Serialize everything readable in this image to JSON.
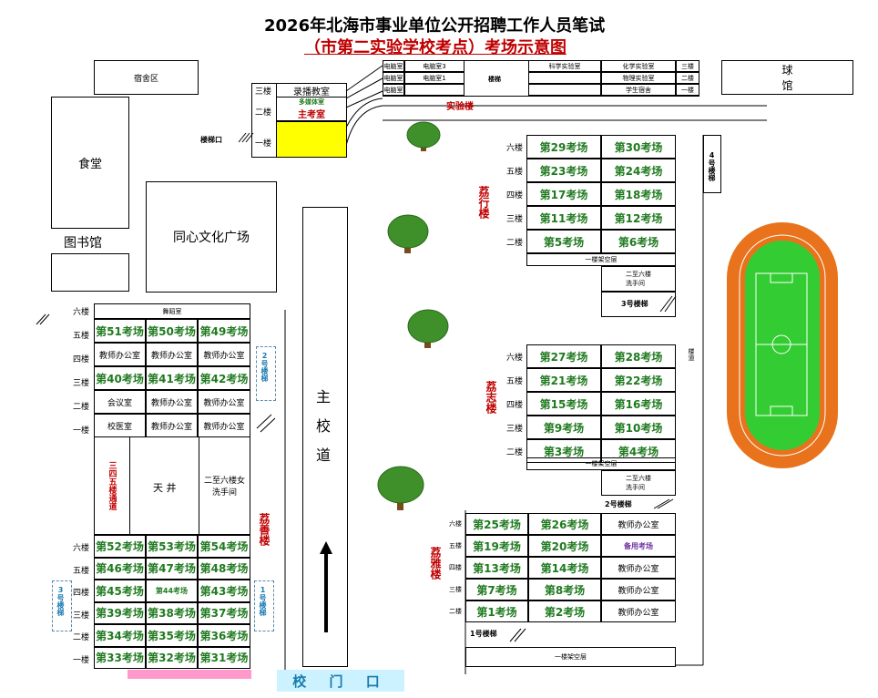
{
  "title": {
    "line1": "2026年北海市事业单位公开招聘工作人员笔试",
    "line2": "（市第二实验学校考点）考场示意图"
  },
  "places": {
    "dorm": "宿舍区",
    "canteen": "食堂",
    "library": "图书馆",
    "plaza": "同心文化广场",
    "gym": "球馆",
    "main_road": "主校道",
    "gate": "校 门 口",
    "lab_building": "实验楼",
    "stair_mouth": "楼梯口",
    "road": "楼道"
  },
  "buildings": {
    "lixing": "荔行楼",
    "lizhi": "荔志楼",
    "lishan": "荔善楼",
    "liya": "荔雅楼"
  },
  "stairs": {
    "s1": "1号楼梯",
    "s2": "2号楼梯",
    "s3": "3号楼梯",
    "s4": "4号楼梯",
    "left_s1": "1号楼梯",
    "left_s2": "2号楼梯",
    "left_s3": "3号楼梯"
  },
  "exam_center": {
    "floors": [
      "三楼",
      "二楼",
      "一楼"
    ],
    "f3": "录播教室",
    "f2a": "多媒体室",
    "f2b": "主考室"
  },
  "lab": {
    "rows": [
      {
        "floor": "三楼",
        "a": "科学实验室",
        "b": "化学实验室"
      },
      {
        "floor": "二楼",
        "a": "",
        "b": "物理实验室"
      },
      {
        "floor": "一楼",
        "a": "",
        "b": "学生宿舍"
      }
    ],
    "small": [
      {
        "label": "电脑室",
        "room": "电脑室3"
      },
      {
        "label": "电脑室",
        "room": "电脑室1"
      },
      {
        "label": "电脑室",
        "room": ""
      }
    ],
    "tag": "楼梯"
  },
  "lixing": {
    "floors": [
      "六楼",
      "五楼",
      "四楼",
      "三楼",
      "二楼"
    ],
    "rooms": [
      [
        "第29考场",
        "第30考场"
      ],
      [
        "第23考场",
        "第24考场"
      ],
      [
        "第17考场",
        "第18考场"
      ],
      [
        "第11考场",
        "第12考场"
      ],
      [
        "第5考场",
        "第6考场"
      ]
    ],
    "ground": "一楼架空层",
    "washroom": "二至六楼\n洗手间"
  },
  "lizhi": {
    "floors": [
      "六楼",
      "五楼",
      "四楼",
      "三楼",
      "二楼"
    ],
    "rooms": [
      [
        "第27考场",
        "第28考场"
      ],
      [
        "第21考场",
        "第22考场"
      ],
      [
        "第15考场",
        "第16考场"
      ],
      [
        "第9考场",
        "第10考场"
      ],
      [
        "第3考场",
        "第4考场"
      ]
    ],
    "ground": "一楼架空层",
    "washroom": "二至六楼\n洗手间"
  },
  "liya": {
    "floors": [
      "六楼",
      "五楼",
      "四楼",
      "三楼",
      "二楼"
    ],
    "rooms": [
      [
        "第25考场",
        "第26考场",
        "教师办公室"
      ],
      [
        "第19考场",
        "第20考场",
        "备用考场"
      ],
      [
        "第13考场",
        "第14考场",
        "教师办公室"
      ],
      [
        "第7考场",
        "第8考场",
        "教师办公室"
      ],
      [
        "第1考场",
        "第2考场",
        "教师办公室"
      ]
    ],
    "ground": "一楼架空层"
  },
  "left_top": {
    "floors": [
      "六楼",
      "五楼",
      "四楼",
      "三楼",
      "二楼",
      "一楼"
    ],
    "dance": "舞蹈室",
    "rooms": [
      [
        "第51考场",
        "第50考场",
        "第49考场"
      ],
      [
        "教师办公室",
        "教师办公室",
        "教师办公室"
      ],
      [
        "第40考场",
        "第41考场",
        "第42考场"
      ],
      [
        "会议室",
        "教师办公室",
        "教师办公室"
      ],
      [
        "校医室",
        "教师办公室",
        "教师办公室"
      ]
    ],
    "corridor": "三四五楼通道",
    "patio": "天 井",
    "washroom": "二至六楼女洗手间"
  },
  "left_bottom": {
    "floors": [
      "六楼",
      "五楼",
      "四楼",
      "三楼",
      "二楼",
      "一楼"
    ],
    "rooms": [
      [
        "第52考场",
        "第53考场",
        "第54考场"
      ],
      [
        "第46考场",
        "第47考场",
        "第48考场"
      ],
      [
        "第45考场",
        "第44考场",
        "第43考场"
      ],
      [
        "第39考场",
        "第38考场",
        "第37考场"
      ],
      [
        "第34考场",
        "第35考场",
        "第36考场"
      ],
      [
        "第33考场",
        "第32考场",
        "第31考场"
      ]
    ]
  },
  "colors": {
    "green_text": "#1f7a1f",
    "red_text": "#c00000",
    "yellow": "#ffff00",
    "track": "#e8731c",
    "field": "#33cc33",
    "gate": "#ccf2ff",
    "pink": "#ff99cc"
  }
}
